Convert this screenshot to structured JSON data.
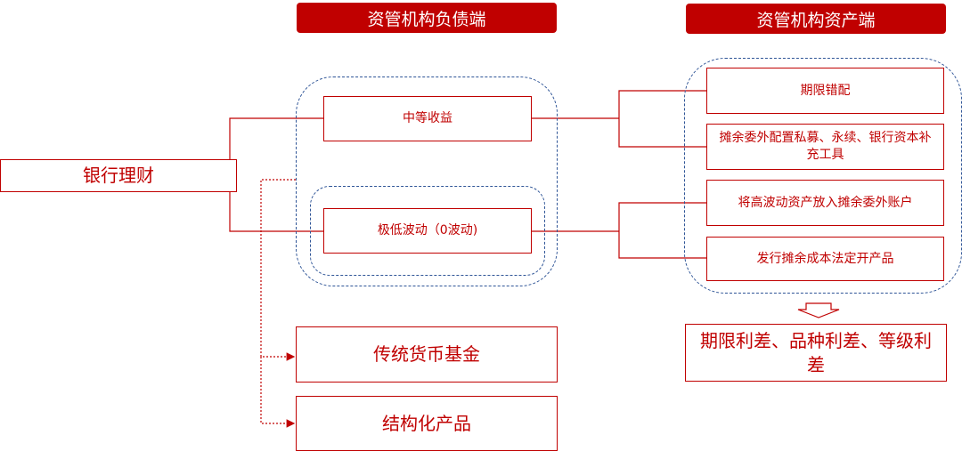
{
  "headers": {
    "liability": "资管机构负债端",
    "asset": "资管机构资产端"
  },
  "root": {
    "label": "银行理财"
  },
  "liability_nodes": {
    "medium_return": "中等收益",
    "low_volatility": "极低波动（0波动)"
  },
  "asset_nodes": {
    "maturity_mismatch": "期限错配",
    "amortized_allocation": "摊余委外配置私募、永续、银行资本补充工具",
    "high_vol_amortized": "将高波动资产放入摊余委外账户",
    "issue_amortized_fund": "发行摊余成本法定开产品"
  },
  "outcome": "期限利差、品种利差、等级利差",
  "competitors": {
    "money_fund": "传统货币基金",
    "structured": "结构化产品"
  },
  "colors": {
    "accent": "#c00000",
    "dashed_outline": "#2f5597"
  }
}
